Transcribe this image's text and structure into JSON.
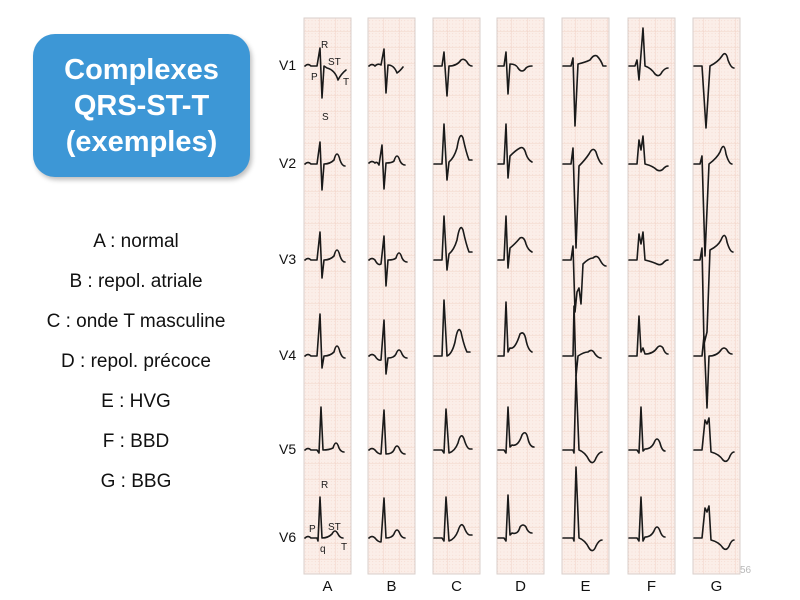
{
  "title": {
    "lines": [
      "Complexes",
      "QRS-ST-T",
      "(exemples)"
    ],
    "background": "#3d97d6",
    "text_color": "#ffffff"
  },
  "legend": {
    "items": [
      {
        "key": "A",
        "label": "A : normal"
      },
      {
        "key": "B",
        "label": "B : repol. atriale"
      },
      {
        "key": "C",
        "label": "C : onde T masculine"
      },
      {
        "key": "D",
        "label": "D : repol. précoce"
      },
      {
        "key": "E",
        "label": "E : HVG"
      },
      {
        "key": "F",
        "label": "F : BBD"
      },
      {
        "key": "G",
        "label": "G : BBG"
      }
    ]
  },
  "leads": [
    "V1",
    "V2",
    "V3",
    "V4",
    "V5",
    "V6"
  ],
  "columns": [
    "A",
    "B",
    "C",
    "D",
    "E",
    "F",
    "G"
  ],
  "annotations": {
    "V1_A": [
      "R",
      "P",
      "ST",
      "T",
      "S"
    ],
    "V6_A": [
      "R",
      "P",
      "ST",
      "q",
      "T"
    ]
  },
  "colors": {
    "grid_bg": "#fbeee8",
    "grid_minor": "#f0cfc2",
    "grid_major": "#e8b9a8",
    "strip_border": "#d9cfcb",
    "trace": "#1a1a1a"
  },
  "page_number": "56"
}
